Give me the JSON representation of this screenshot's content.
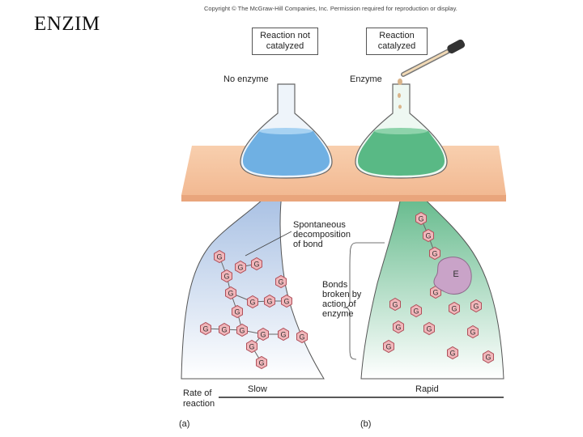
{
  "slide_title": "ENZIM",
  "copyright": "Copyright © The McGraw-Hill Companies, Inc. Permission required for reproduction or display.",
  "boxes": {
    "left": [
      "Reaction not",
      "catalyzed"
    ],
    "right": [
      "Reaction",
      "catalyzed"
    ]
  },
  "flasks": {
    "left_label": "No enzyme",
    "right_label": "Enzyme"
  },
  "callouts": {
    "spontaneous": "Spontaneous\ndecomposition\nof bond",
    "broken": "Bonds\nbroken by\naction of\nenzyme"
  },
  "molecule_letter": "G",
  "enzyme_letter": "E",
  "rate": {
    "label": "Rate of\nreaction",
    "slow": "Slow",
    "rapid": "Rapid"
  },
  "panels": {
    "a": "(a)",
    "b": "(b)"
  },
  "colors": {
    "left_liquid": "#6fb0e3",
    "right_liquid": "#59b985",
    "table": "#f6c4a0",
    "molecule_fill": "#f1b6ba",
    "molecule_stroke": "#b0505a",
    "enzyme": "#c9a3c8"
  }
}
